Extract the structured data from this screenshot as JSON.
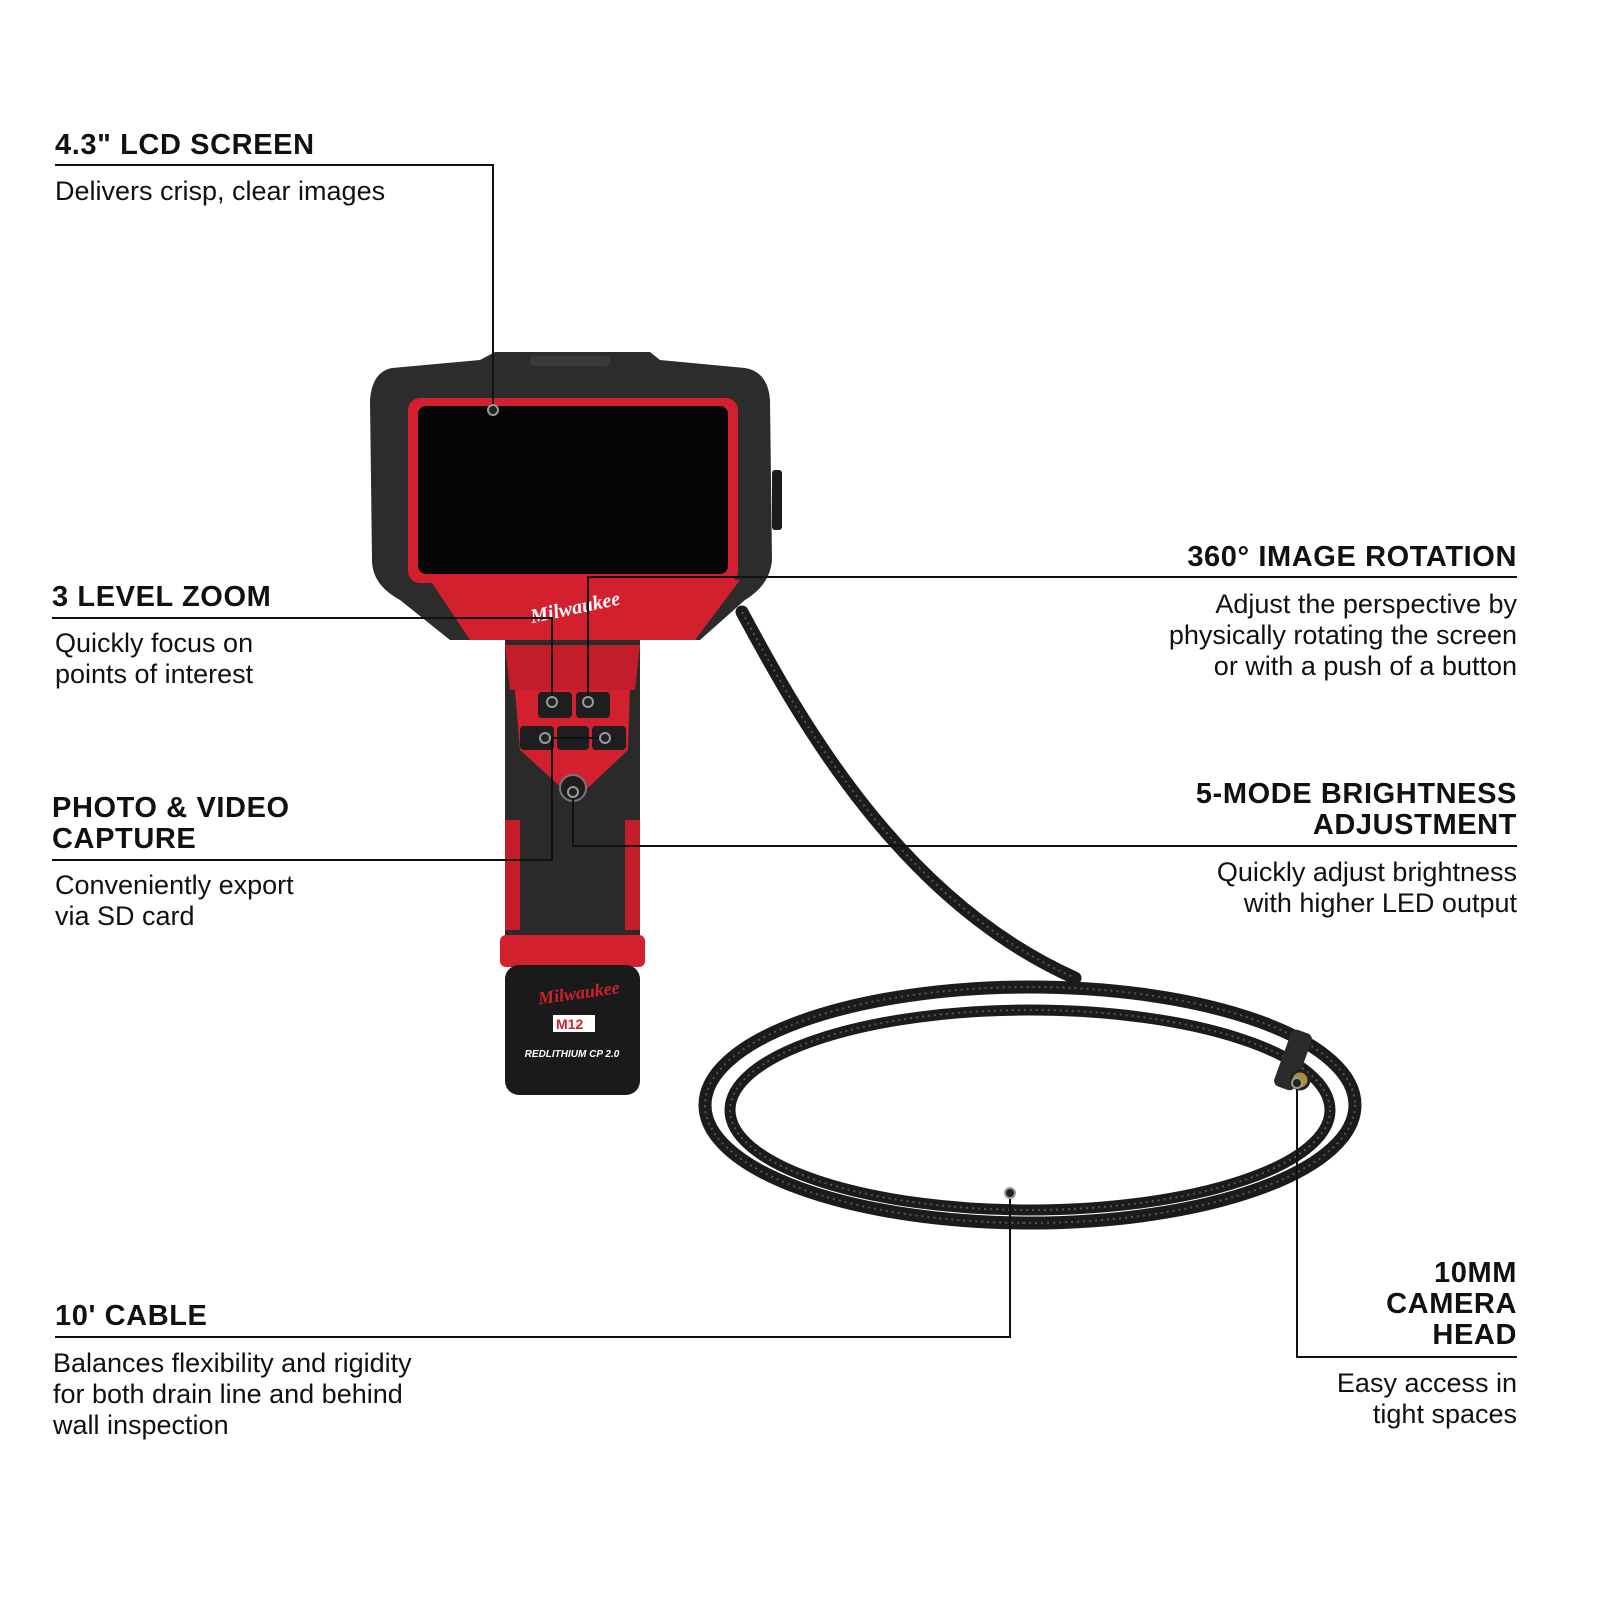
{
  "callouts": {
    "lcd": {
      "title": "4.3\" LCD SCREEN",
      "desc": "Delivers crisp, clear images"
    },
    "zoom": {
      "title": "3 LEVEL ZOOM",
      "desc1": "Quickly focus on",
      "desc2": "points of interest"
    },
    "capture": {
      "title1": "PHOTO & VIDEO",
      "title2": "CAPTURE",
      "desc1": "Conveniently export",
      "desc2": "via SD card"
    },
    "rotation": {
      "title": "360° IMAGE ROTATION",
      "desc1": "Adjust the perspective by",
      "desc2": "physically rotating the screen",
      "desc3": "or with a push of a button"
    },
    "brightness": {
      "title1": "5-MODE BRIGHTNESS",
      "title2": "ADJUSTMENT",
      "desc1": "Quickly adjust brightness",
      "desc2": "with higher LED output"
    },
    "cable": {
      "title": "10' CABLE",
      "desc1": "Balances flexibility and rigidity",
      "desc2": "for both drain line and behind",
      "desc3": "wall inspection"
    },
    "camera": {
      "title1": "10MM",
      "title2": "CAMERA",
      "title3": "HEAD",
      "desc1": "Easy access in",
      "desc2": "tight spaces"
    }
  },
  "product_branding": {
    "brand": "Milwaukee",
    "battery_label": "M12",
    "battery_line": "REDLITHIUM CP 2.0"
  },
  "colors": {
    "brand_red": "#d2202e",
    "housing": "#2a2a2a",
    "line": "#111111"
  }
}
